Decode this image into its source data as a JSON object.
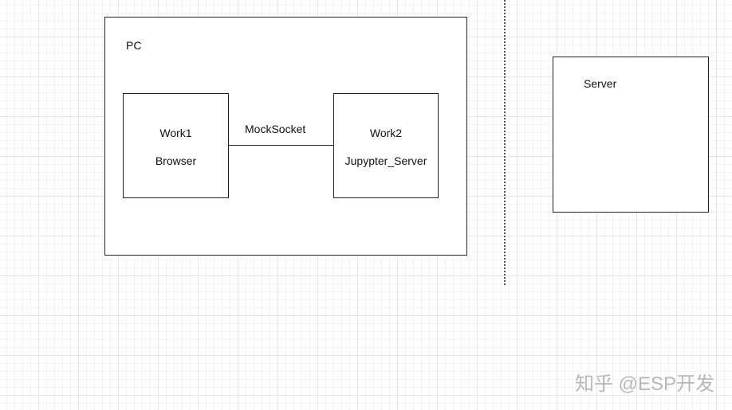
{
  "pc": {
    "label": "PC"
  },
  "work1": {
    "title": "Work1",
    "subtitle": "Browser"
  },
  "work2": {
    "title": "Work2",
    "subtitle": "Jupypter_Server"
  },
  "connector": {
    "label": "MockSocket"
  },
  "server": {
    "label": "Server"
  },
  "watermark": {
    "text": "知乎 @ESP开发"
  },
  "colors": {
    "stroke": "#222222",
    "grid": "#e6e6e6",
    "background": "#ffffff",
    "watermark": "#b8b8b8"
  }
}
